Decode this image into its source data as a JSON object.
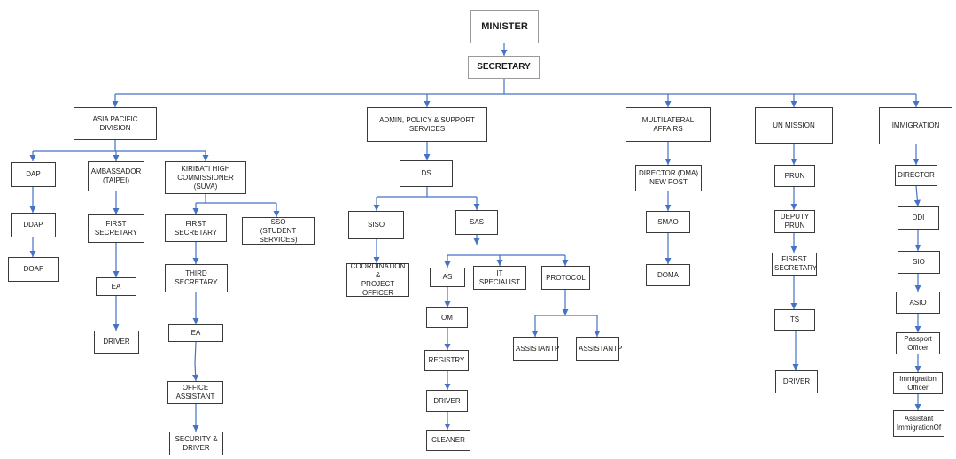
{
  "nodes": {
    "minister": "MINISTER",
    "secretary": "SECRETARY",
    "asia": "ASIA PACIFIC\nDIVISION",
    "admin": "ADMIN, POLICY & SUPPORT\nSERVICES",
    "multi": "MULTILATERAL AFFAIRS",
    "un": "UN MISSION",
    "imm": "IMMIGRATION",
    "dap": "DAP",
    "ddap": "DDAP",
    "doap": "DOAP",
    "amb": "AMBASSADOR\n(TAIPEI)",
    "firstsec1": "FIRST\nSECRETARY",
    "ea1": "EA",
    "driver1": "DRIVER",
    "khc": "KIRIBATI HIGH\nCOMMISSIONER (SUVA)",
    "firstsec2": "FIRST SECRETARY",
    "sso": "SSO\n(STUDENT SERVICES)",
    "thirdsec": "THIRD SECRETARY",
    "ea2": "EA",
    "officeasst": "OFFICE\nASSISTANT",
    "secdriver": "SECURITY &\nDRIVER",
    "ds": "DS",
    "siso": "SISO",
    "coord": "COORDINATION &\nPROJECT OFFICER",
    "sas": "SAS",
    "as": "AS",
    "itspec": "IT SPECIALIST",
    "protocol": "PROTOCOL",
    "om": "OM",
    "registry": "REGISTRY",
    "driver2": "DRIVER",
    "cleaner": "CLEANER",
    "asstp1": "ASSISTANTP",
    "asstp2": "ASSISTANTP",
    "dirdma": "DIRECTOR (DMA)\nNEW POST",
    "smao": "SMAO",
    "doma": "DOMA",
    "prun": "PRUN",
    "depprun": "DEPUTY\nPRUN",
    "fisrst": "FISRST\nSECRETARY",
    "ts": "TS",
    "driver3": "DRIVER",
    "director": "DIRECTOR",
    "ddi": "DDI",
    "sio": "SIO",
    "asio": "ASIO",
    "passport": "Passport\nOfficer",
    "immoff": "Immigration\nOfficer",
    "asstimm": "Assistant\nImmigrationOf"
  },
  "colors": {
    "line": "#4472c4",
    "arrow": "#4472c4",
    "border": "#3a3a3a"
  }
}
